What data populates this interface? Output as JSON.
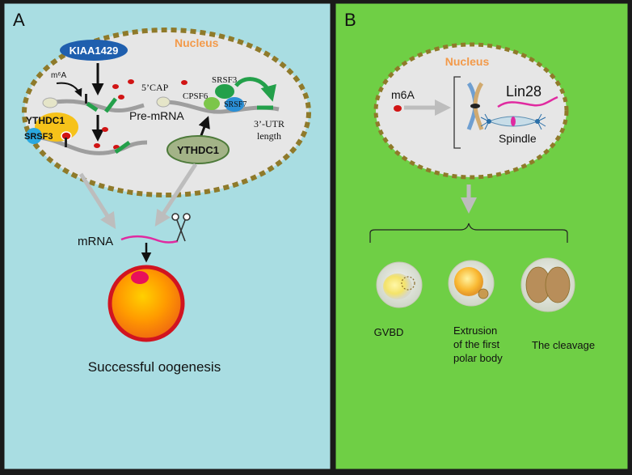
{
  "colors": {
    "panel_a_bg": "#a9dde2",
    "panel_b_bg": "#6fcf45",
    "border": "#1a1a1a",
    "nucleus_fill": "#e6e6e6",
    "nucleus_dots": "#8f7a2a",
    "nucleus_label": "#f39a4a",
    "kiaa_fill": "#1f5fae",
    "ythdc1_fill": "#f6c21a",
    "srsf3_fill": "#2aa8e0",
    "ythdc1_box_fill": "#a3b387",
    "green_mark": "#23a04a",
    "m6a_dot": "#d11414",
    "mrna_line": "#e02aa0",
    "egg_outer": "#d11420",
    "egg_inner": "#f4761b"
  },
  "panel_a": {
    "label": "A",
    "nucleus_label": "Nucleus",
    "kiaa_label": "KIAA1429",
    "m6a_label": "m⁶A",
    "cap_label": "5’CAP",
    "cpsf6_label": "CPSF6",
    "srsf3_top_label": "SRSF3",
    "srsf7_label": "SRSF7",
    "pre_mrna_label": "Pre-mRNA",
    "utr_label_1": "3’-UTR",
    "utr_label_2": "length",
    "ythdc1_label": "YTHDC1",
    "srsf3_label": "SRSF3",
    "ythdc1_box_label": "YTHDC1",
    "mrna_label": "mRNA",
    "outcome_label": "Successful oogenesis",
    "icons": [
      "scissors-icon",
      "arrow-down-icon"
    ]
  },
  "panel_b": {
    "label": "B",
    "nucleus_label": "Nucleus",
    "m6a_label": "m6A",
    "lin28_label": "Lin28",
    "spindle_label": "Spindle",
    "stages": [
      {
        "label_lines": [
          "GVBD"
        ]
      },
      {
        "label_lines": [
          "Extrusion",
          "of the first",
          "polar body"
        ]
      },
      {
        "label_lines": [
          "The cleavage"
        ]
      }
    ]
  }
}
